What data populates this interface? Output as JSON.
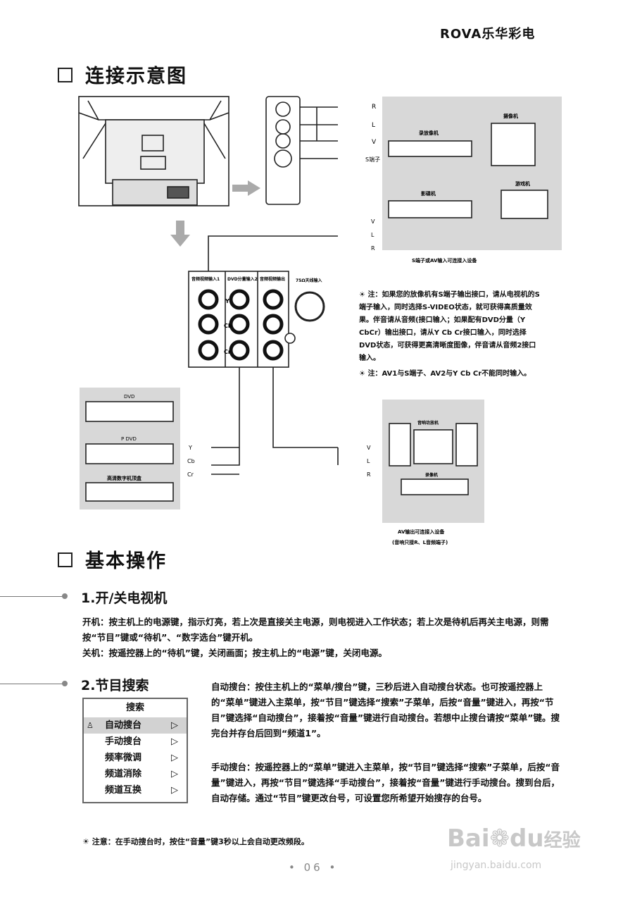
{
  "header": {
    "brand": "ROVA乐华彩电"
  },
  "section1": {
    "title": "连接示意图"
  },
  "diagram": {
    "right_jacks": {
      "r": "R",
      "l": "L",
      "v": "V",
      "s": "S端子"
    },
    "devices_top": {
      "vcr": "录放像机",
      "camcorder": "摄像机",
      "vcd": "影碟机",
      "game": "游戏机"
    },
    "mid_jacks": {
      "v": "V",
      "l": "L",
      "r": "R"
    },
    "caption1": "S端子或AV输入可连接入设备",
    "panel_labels": {
      "av1": "音频视频输入1",
      "dvd": "DVD分量输入2",
      "out": "音频视频输出",
      "ant": "75Ω天线输入"
    },
    "panel_letters": {
      "y": "Y",
      "cb": "Cb",
      "cr": "Cr"
    },
    "note1": "注：如果您的放像机有S端子输出接口，请从电视机的S端子输入，同时选择S-VIDEO状态，就可获得高质量效果。伴音请从音频(接口输入；如果配有DVD分量（Y CbCr）输出接口，请从Y Cb Cr接口输入，同时选择DVD状态，可获得更高清晰度图像，伴音请从音频2接口输入。",
    "note2": "注：AV1与S端子、AV2与Y Cb Cr不能同时输入。",
    "left_devices": {
      "dvd": "DVD",
      "pdvd": "P DVD",
      "hd": "高清数字机顶盒"
    },
    "ycbcr": {
      "y": "Y",
      "cb": "Cb",
      "cr": "Cr"
    },
    "out_jacks": {
      "v": "V",
      "l": "L",
      "r": "R"
    },
    "audio_devices": {
      "amp": "音响功放机",
      "vcr": "录像机"
    },
    "caption2_line1": "AV输出可连接入设备",
    "caption2_line2": "(音响只接R、L音频端子)"
  },
  "section2": {
    "title": "基本操作"
  },
  "power": {
    "heading": "1.开/关电视机",
    "on_label": "开机：",
    "on_text": "按主机上的电源键，指示灯亮，若上次是直接关主电源，则电视进入工作状态；若上次是待机后再关主电源，则需按“节目”键或“待机”、“数字选台”键开机。",
    "off_label": "关机：",
    "off_text": "按遥控器上的“待机”键，关闭画面；按主机上的“电源”键，关闭电源。"
  },
  "search": {
    "heading": "2.节目搜索",
    "menu_title": "搜索",
    "menu_items": [
      "自动搜台",
      "手动搜台",
      "频率微调",
      "频道消除",
      "频道互换"
    ],
    "auto_label": "自动搜台：",
    "auto_text": "按住主机上的“菜单/搜台”键，三秒后进入自动搜台状态。也可按遥控器上的“菜单”键进入主菜单，按“节目”键选择“搜索”子菜单，后按“音量”键进入，再按“节目”键选择“自动搜台”，接着按“音量”键进行自动搜台。若想中止搜台请按“菜单”键。搜完台并存台后回到“频道1”。",
    "manual_label": "手动搜台：",
    "manual_text": "按遥控器上的“菜单”键进入主菜单，按“节目”键选择“搜索”子菜单，后按“音量”键进入，再按“节目”键选择“手动搜台”，接着按“音量”键进行手动搜台。搜到台后，自动存储。通过“节目”键更改台号，可设置您所希望开始搜存的台号。",
    "tip": "注意：在手动搜台时，按住“音量”键3秒以上会自动更改频段。"
  },
  "footer": {
    "page": "06"
  },
  "watermark": {
    "brand": "Bai",
    "brand2": "du",
    "cn": "经验",
    "url": "jingyan.baidu.com"
  }
}
